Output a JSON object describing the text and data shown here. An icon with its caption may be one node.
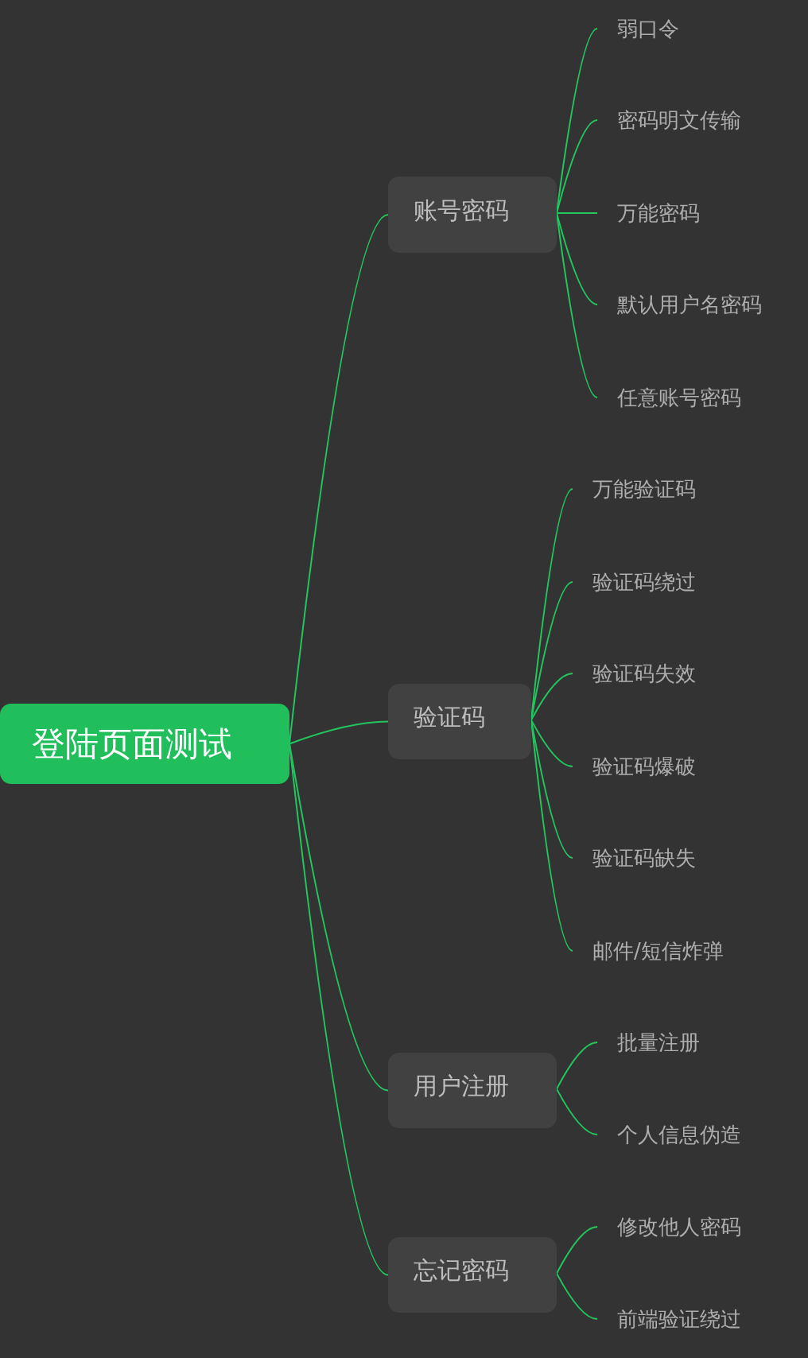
{
  "diagram": {
    "nodes": [
      {
        "text": [
          "登陆页面测试"
        ]
      },
      {
        "text": [
          "账号密码"
        ]
      },
      {
        "text": [
          "弱口令"
        ]
      },
      {
        "text": [
          "密码明文传输"
        ]
      },
      {
        "text": [
          "万能密码"
        ]
      },
      {
        "text": [
          "默认用户名密码"
        ]
      },
      {
        "text": [
          "任意账号密码"
        ]
      },
      {
        "text": [
          "验证码"
        ]
      },
      {
        "text": [
          "万能验证码"
        ]
      },
      {
        "text": [
          "验证码绕过"
        ]
      },
      {
        "text": [
          "验证码失效"
        ]
      },
      {
        "text": [
          "验证码爆破"
        ]
      },
      {
        "text": [
          "验证码缺失"
        ]
      },
      {
        "text": [
          "邮件/短信炸弹"
        ]
      },
      {
        "text": [
          "用户注册"
        ]
      },
      {
        "text": [
          "批量注册"
        ]
      },
      {
        "text": [
          "个人信息伪造"
        ]
      },
      {
        "text": [
          "忘记密码"
        ]
      },
      {
        "text": [
          "修改他人密码"
        ]
      },
      {
        "text": [
          "前端验证绕过"
        ]
      }
    ],
    "edges": [
      {
        "from": 0,
        "to": 1,
        "arrow": "none"
      },
      {
        "from": 0,
        "to": 7,
        "arrow": "none"
      },
      {
        "from": 0,
        "to": 14,
        "arrow": "none"
      },
      {
        "from": 0,
        "to": 17,
        "arrow": "none"
      },
      {
        "from": 1,
        "to": 2,
        "arrow": "none"
      },
      {
        "from": 1,
        "to": 3,
        "arrow": "none"
      },
      {
        "from": 1,
        "to": 4,
        "arrow": "none"
      },
      {
        "from": 1,
        "to": 5,
        "arrow": "none"
      },
      {
        "from": 1,
        "to": 6,
        "arrow": "none"
      },
      {
        "from": 7,
        "to": 8,
        "arrow": "none"
      },
      {
        "from": 7,
        "to": 9,
        "arrow": "none"
      },
      {
        "from": 7,
        "to": 10,
        "arrow": "none"
      },
      {
        "from": 7,
        "to": 11,
        "arrow": "none"
      },
      {
        "from": 7,
        "to": 12,
        "arrow": "none"
      },
      {
        "from": 7,
        "to": 13,
        "arrow": "none"
      },
      {
        "from": 14,
        "to": 15,
        "arrow": "none"
      },
      {
        "from": 14,
        "to": 16,
        "arrow": "none"
      },
      {
        "from": 17,
        "to": 18,
        "arrow": "none"
      },
      {
        "from": 17,
        "to": 19,
        "arrow": "none"
      }
    ]
  }
}
